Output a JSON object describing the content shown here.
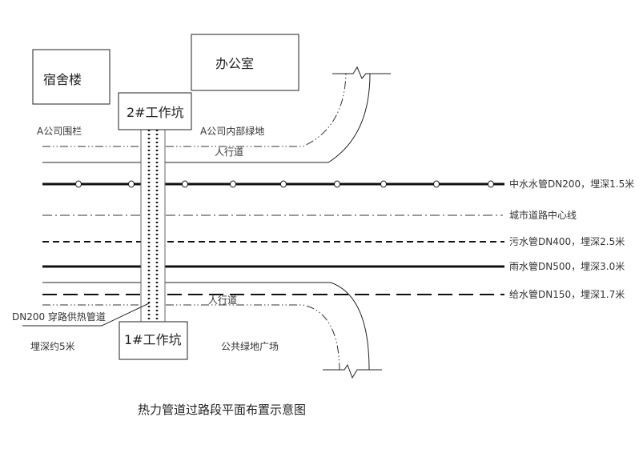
{
  "buildings": {
    "dorm": "宿舍楼",
    "office": "办公室"
  },
  "pits": {
    "pit2": "2#工作坑",
    "pit1": "1#工作坑"
  },
  "areas": {
    "fence": "A公司围栏",
    "green_inner": "A公司内部绿地",
    "sidewalk_top": "人行道",
    "sidewalk_bottom": "人行道",
    "public_green": "公共绿地广场"
  },
  "crossing": {
    "pipe": "DN200  穿路供热管道",
    "depth": "埋深约5米"
  },
  "legend": {
    "reclaimed": "中水水管DN200，埋深1.5米",
    "centerline": "城市道路中心线",
    "sewage": "污水管DN400，埋深2.5米",
    "rain": "雨水管DN500，埋深3.0米",
    "supply": "给水管DN150，埋深1.7米"
  },
  "title": "热力管道过路段平面布置示意图"
}
